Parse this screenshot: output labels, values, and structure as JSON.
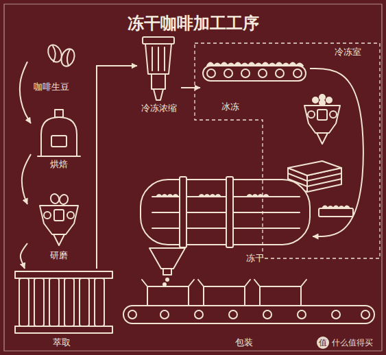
{
  "diagram": {
    "title": "冻干咖啡加工工序",
    "nodes": [
      {
        "text": [
          "咖啡生豆"
        ]
      },
      {
        "text": [
          "烘焙"
        ]
      },
      {
        "text": [
          "研磨"
        ]
      },
      {
        "text": [
          "萃取"
        ]
      },
      {
        "text": [
          "冷冻浓缩"
        ]
      },
      {
        "text": [
          "冷冻室"
        ]
      },
      {
        "text": [
          "冰冻"
        ],
        "in": 5
      },
      {
        "text": [
          "冻干"
        ]
      },
      {
        "text": [
          "包装"
        ]
      }
    ],
    "edges": [
      {
        "from": 0,
        "to": 1,
        "arrow": "to"
      },
      {
        "from": 1,
        "to": 2,
        "arrow": "to"
      },
      {
        "from": 2,
        "to": 3,
        "arrow": "to"
      },
      {
        "from": 3,
        "to": 4,
        "arrow": "to"
      },
      {
        "from": 4,
        "to": 6,
        "arrow": "to"
      },
      {
        "from": 6,
        "to": 7,
        "arrow": "to"
      }
    ],
    "labels": [
      "值",
      "什么值得买"
    ]
  }
}
